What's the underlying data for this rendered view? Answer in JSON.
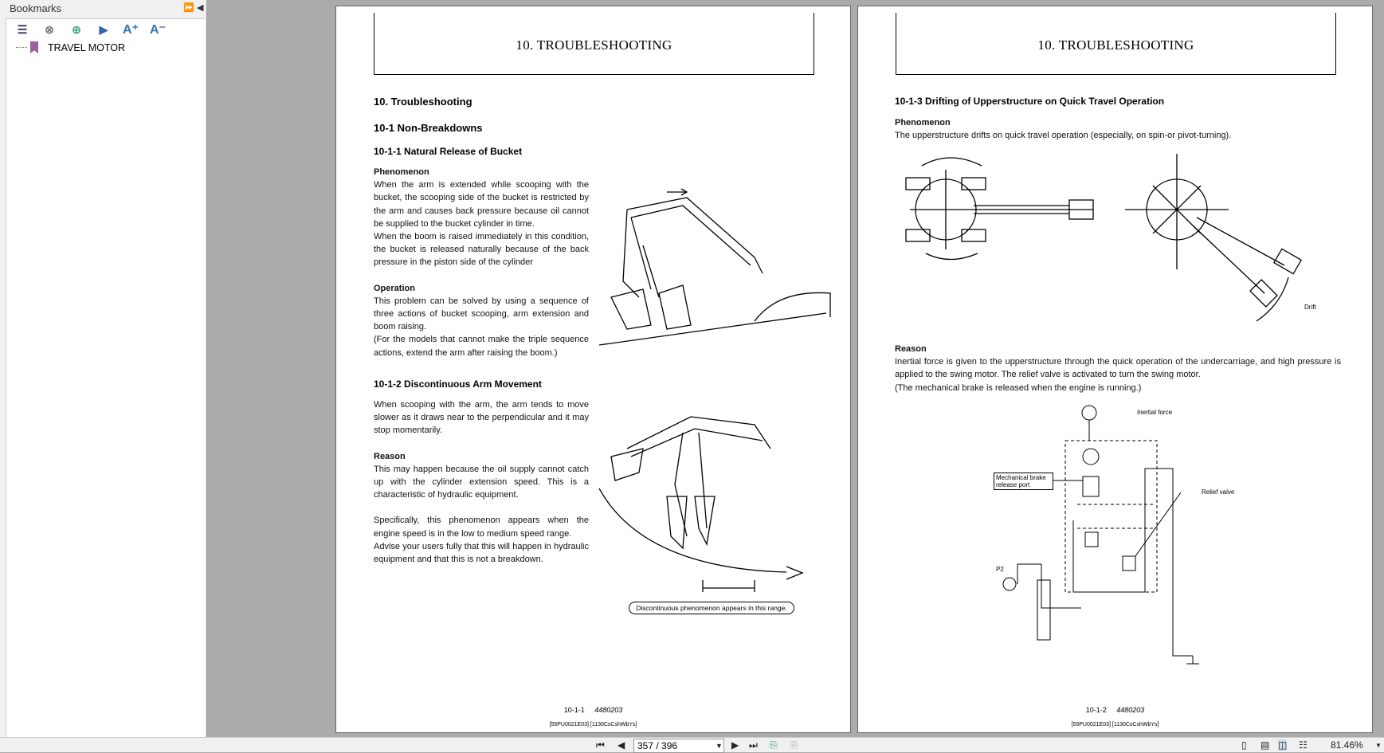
{
  "sidebar": {
    "title": "Bookmarks",
    "items": [
      {
        "label": "TRAVEL MOTOR"
      }
    ]
  },
  "pages": [
    {
      "header": "10. TROUBLESHOOTING",
      "h1": "10.  Troubleshooting",
      "h2": "10-1  Non-Breakdowns",
      "s1": {
        "title": "10-1-1 Natural Release of Bucket",
        "phen_label": "Phenomenon",
        "phen": "When the arm is extended while scooping with the bucket, the scooping side of the bucket is restricted by the arm and causes back pressure because oil cannot be supplied to the bucket cylinder in time.",
        "phen2": "When the boom is raised immediately in this condition, the bucket is released naturally because of the back pressure in the piston side of the cylinder",
        "op_label": "Operation",
        "op": "This problem can be solved by using a sequence of three actions of bucket scooping, arm extension and boom raising.",
        "op2": "(For the models that cannot make the triple sequence actions, extend the arm after raising the boom.)"
      },
      "s2": {
        "title": "10-1-2 Discontinuous Arm Movement",
        "text": "When scooping with the arm, the arm tends to move slower as it draws near to the perpendicular and it may stop momentarily.",
        "reason_label": "Reason",
        "reason": "This may happen because the oil supply cannot catch up with the cylinder extension speed. This is a characteristic of hydraulic equipment.",
        "spec": "Specifically, this phenomenon appears when the engine speed is in the low to medium speed range.",
        "advise": "Advise your users fully that this will happen in hydraulic equipment and that this is not a breakdown.",
        "caption": "Discontinuous phenomenon appears in this range."
      },
      "page_no": "10-1-1",
      "doc_no": "4480203",
      "code": "[55PU0021E03] [1130CsCshWbYs]"
    },
    {
      "header": "10. TROUBLESHOOTING",
      "s3": {
        "title": "10-1-3 Drifting of Upperstructure on Quick Travel Operation",
        "phen_label": "Phenomenon",
        "phen": "The upperstructure drifts on quick travel operation (especially, on spin-or pivot-turning).",
        "drift": "Drift",
        "reason_label": "Reason",
        "reason": "Inertial force is given to the upperstructure through the quick operation of the undercarriage, and high pressure is applied to the swing motor. The relief valve is activated to turn the swing motor.",
        "reason2": "(The mechanical brake is released when the engine is running.)",
        "inertial": "Inertial force",
        "brake": "Mechanical brake release port",
        "relief": "Relief valve",
        "p2": "P2"
      },
      "page_no": "10-1-2",
      "doc_no": "4480203",
      "code": "[55PU0021E03] [1130CsCshWbYs]"
    }
  ],
  "nav": {
    "page_value": "357 / 396",
    "zoom": "81.46%"
  }
}
